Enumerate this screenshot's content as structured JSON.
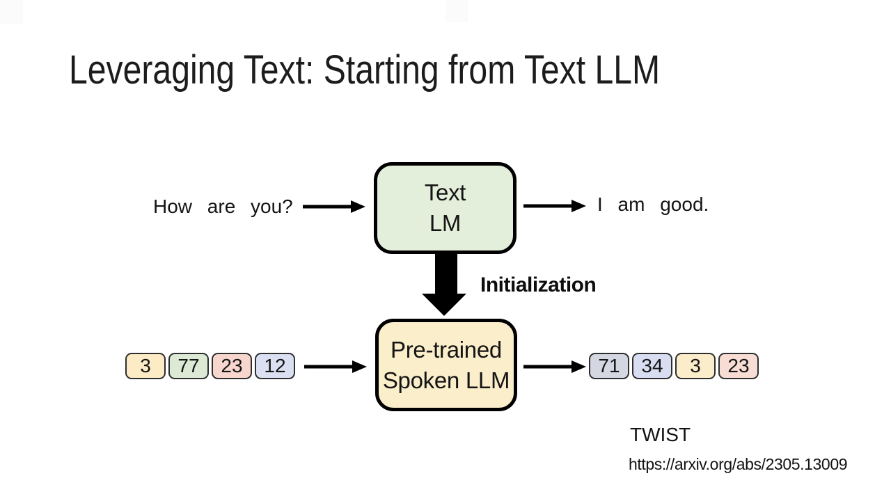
{
  "slide": {
    "title": "Leveraging Text: Starting from Text LLM",
    "flow_top": {
      "input_text": "How are you?",
      "box_line1": "Text",
      "box_line2": "LM",
      "output_text": "I am good."
    },
    "initialization_label": "Initialization",
    "flow_bottom": {
      "box_line1": "Pre-trained",
      "box_line2": "Spoken LLM",
      "input_tokens": [
        {
          "value": "3",
          "fill": "#FCEBC4"
        },
        {
          "value": "77",
          "fill": "#DCEAD5"
        },
        {
          "value": "23",
          "fill": "#F7D6CE"
        },
        {
          "value": "12",
          "fill": "#DADFF2"
        }
      ],
      "output_tokens": [
        {
          "value": "71",
          "fill": "#D4D7E1"
        },
        {
          "value": "34",
          "fill": "#D9DDF2"
        },
        {
          "value": "3",
          "fill": "#FCEDCA"
        },
        {
          "value": "23",
          "fill": "#F8DDD5"
        }
      ]
    },
    "footer": {
      "citation_name": "TWIST",
      "citation_url": "https://arxiv.org/abs/2305.13009"
    },
    "colors": {
      "text_lm_fill": "#E4EFDB",
      "spoken_llm_fill": "#FBEECB",
      "box_border": "#000000",
      "arrow": "#000000",
      "text": "#141414"
    }
  }
}
